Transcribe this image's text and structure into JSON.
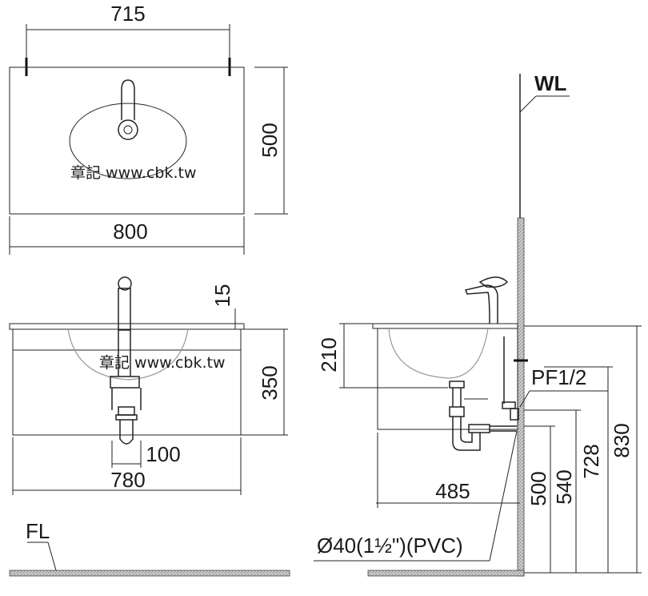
{
  "top_view": {
    "dim_width_inner": "715",
    "dim_depth": "500",
    "dim_width_outer": "800"
  },
  "front_view": {
    "dim_top_thickness": "15",
    "dim_cabinet_height": "350",
    "dim_drain_offset": "100",
    "dim_cabinet_width": "780"
  },
  "side_view": {
    "wall_label": "WL",
    "dim_basin_depth": "210",
    "supply_label": "PF1/2",
    "dim_projection": "485",
    "dim_500": "500",
    "dim_540": "540",
    "dim_728": "728",
    "dim_830": "830",
    "drain_pipe_label": "Ø40(1½\")(PVC)"
  },
  "floor_label": "FL",
  "watermark": "章記 www.cbk.tw"
}
